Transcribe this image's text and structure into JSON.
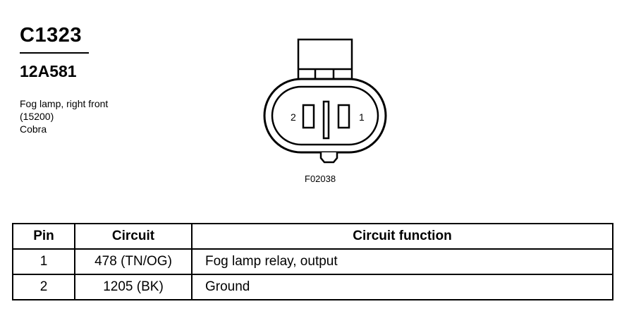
{
  "header": {
    "connector_id": "C1323",
    "part_number": "12A581",
    "description_lines": [
      "Fog lamp, right front",
      "(15200)",
      "Cobra"
    ]
  },
  "figure": {
    "pin_left_label": "2",
    "pin_right_label": "1",
    "reference": "F02038"
  },
  "table": {
    "headers": [
      "Pin",
      "Circuit",
      "Circuit function"
    ],
    "rows": [
      [
        "1",
        "478 (TN/OG)",
        "Fog lamp relay, output"
      ],
      [
        "2",
        "1205 (BK)",
        "Ground"
      ]
    ]
  }
}
